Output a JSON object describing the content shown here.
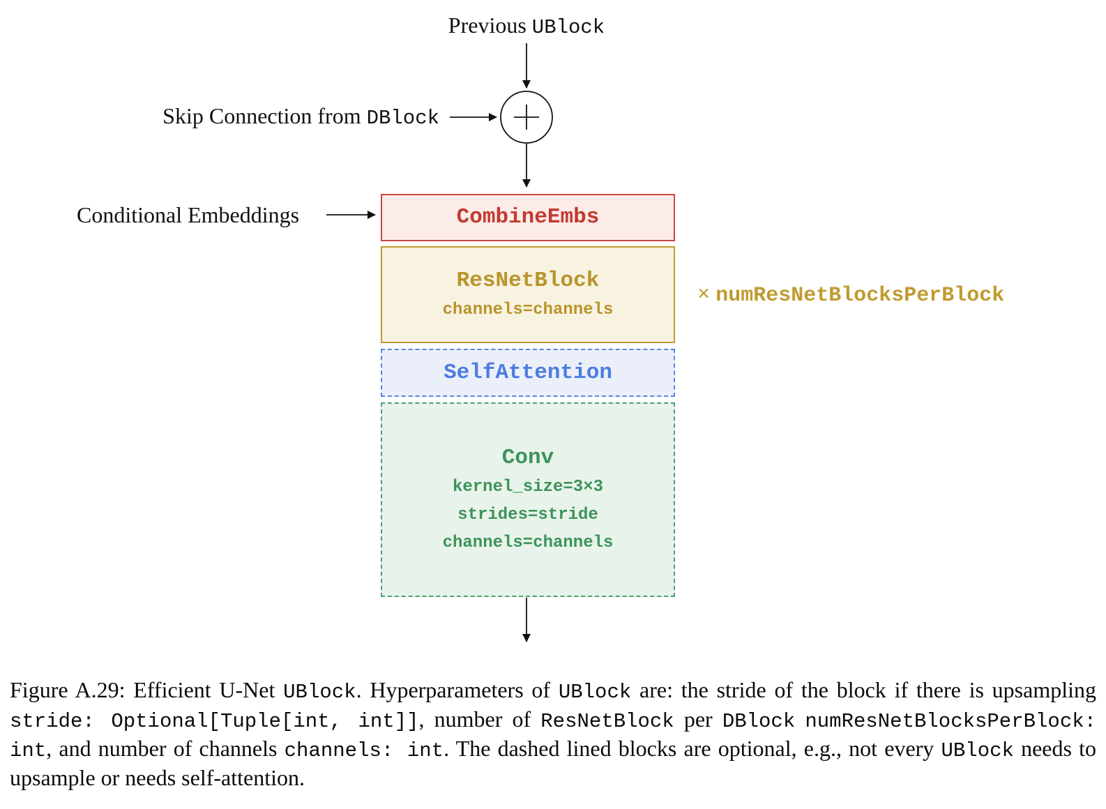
{
  "figure": {
    "previous_label": [
      {
        "f": "serif",
        "s": "Previous "
      },
      {
        "f": "mono",
        "s": "UBlock"
      }
    ],
    "skip_label": [
      {
        "f": "serif",
        "s": "Skip Connection from "
      },
      {
        "f": "mono",
        "s": "DBlock"
      }
    ],
    "conditional_label": [
      {
        "f": "serif",
        "s": "Conditional Embeddings"
      }
    ],
    "multiplier_label": [
      {
        "f": "serif",
        "s": "× "
      },
      {
        "f": "mono",
        "s": "numResNetBlocksPerBlock"
      }
    ],
    "multiplier_color": "#bf9b30",
    "sum_icon": "plus-in-circle",
    "arrow_color": "#111111",
    "blocks": {
      "combine_embs": {
        "title": "CombineEmbs",
        "border": "#c5483e",
        "fill": "#fbebe9",
        "text": "#c13b30",
        "border_style": "solid"
      },
      "resnet": {
        "title": "ResNetBlock",
        "param": "channels=channels",
        "border": "#bf9b30",
        "fill": "#f8f2e1",
        "text": "#b8942b",
        "border_style": "solid"
      },
      "self_attention": {
        "title": "SelfAttention",
        "border": "#5b84de",
        "fill": "#eaeff9",
        "text": "#4d7ce0",
        "border_style": "dashed"
      },
      "conv": {
        "title": "Conv",
        "params": [
          "kernel_size=3×3",
          "strides=stride",
          "channels=channels"
        ],
        "border": "#4ca06d",
        "fill": "#e8f3eb",
        "text": "#3d9358",
        "border_style": "dashed"
      }
    }
  },
  "caption": {
    "segments": [
      {
        "f": "serif",
        "s": "Figure A.29: Efficient U-Net "
      },
      {
        "f": "mono",
        "s": "UBlock"
      },
      {
        "f": "serif",
        "s": ". Hyperparameters of "
      },
      {
        "f": "mono",
        "s": "UBlock"
      },
      {
        "f": "serif",
        "s": " are: the stride of the block if there is upsampling "
      },
      {
        "f": "mono",
        "s": "stride: Optional[Tuple[int, int]]"
      },
      {
        "f": "serif",
        "s": ", number of "
      },
      {
        "f": "mono",
        "s": "ResNetBlock"
      },
      {
        "f": "serif",
        "s": " per "
      },
      {
        "f": "mono",
        "s": "DBlock"
      },
      {
        "f": "serif",
        "s": " "
      },
      {
        "f": "mono",
        "s": "numResNetBlocksPerBlock: int"
      },
      {
        "f": "serif",
        "s": ", and number of channels "
      },
      {
        "f": "mono",
        "s": "channels: int"
      },
      {
        "f": "serif",
        "s": ". The dashed lined blocks are optional, e.g., not every "
      },
      {
        "f": "mono",
        "s": "UBlock"
      },
      {
        "f": "serif",
        "s": " needs to upsample or needs self-attention."
      }
    ]
  }
}
